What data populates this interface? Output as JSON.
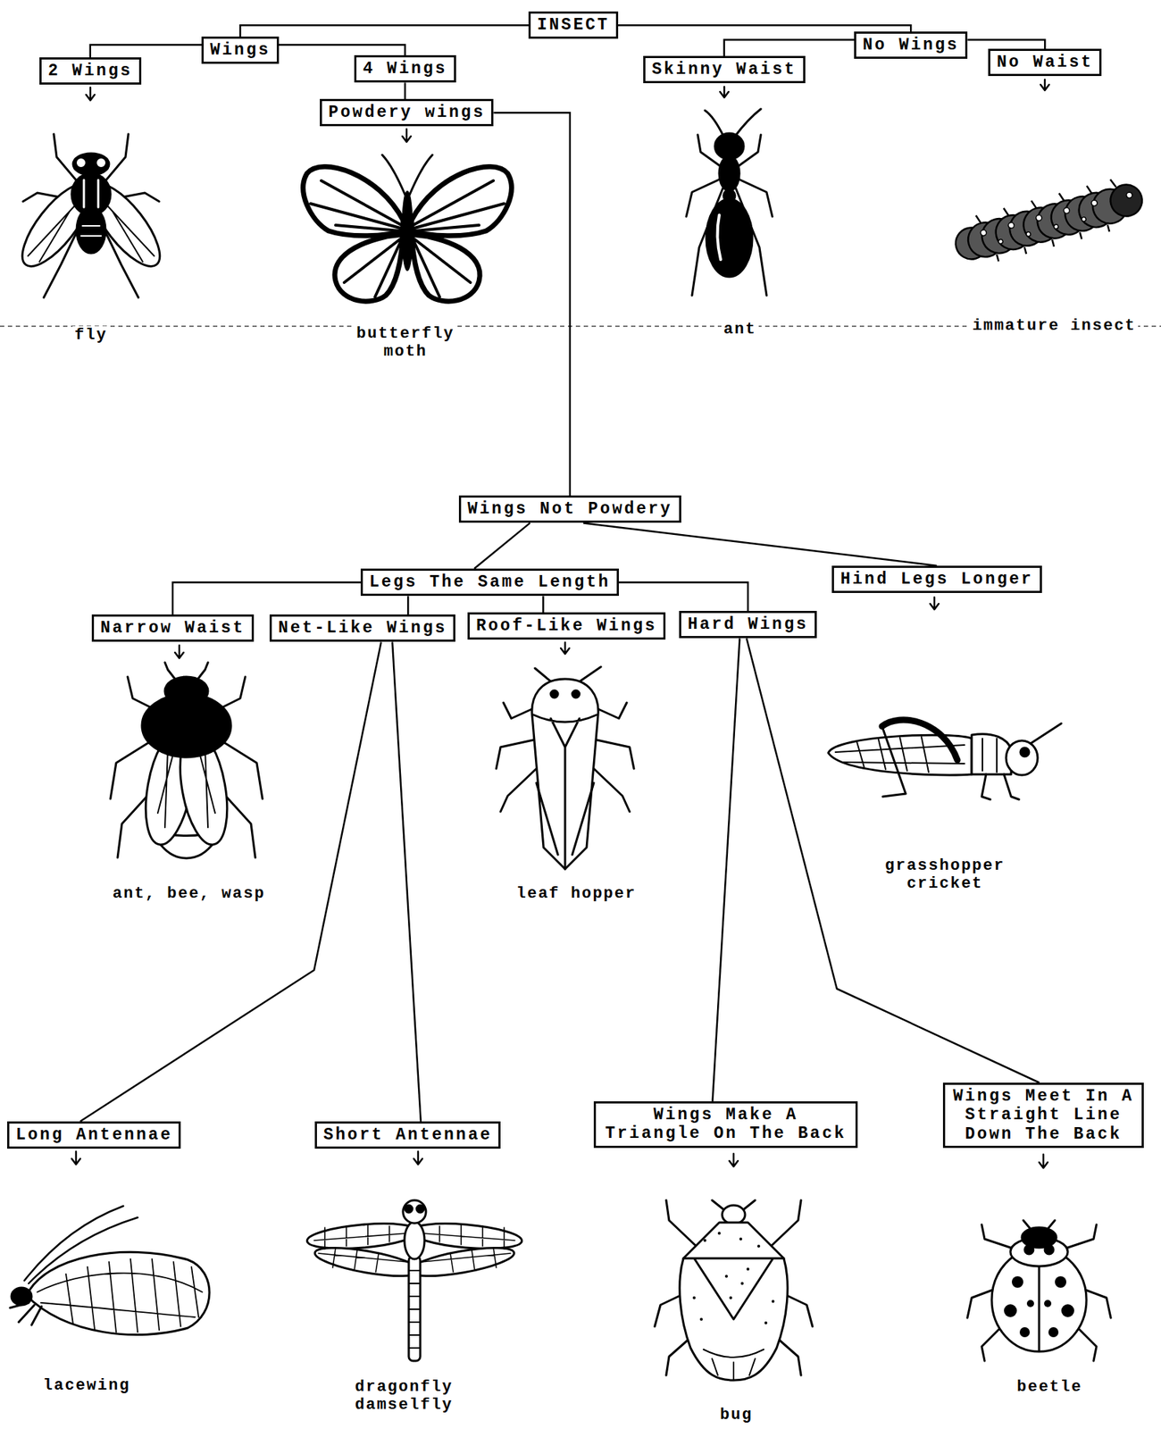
{
  "diagram": {
    "nodes": [
      {
        "text": [
          "INSECT"
        ]
      },
      {
        "text": [
          "Wings"
        ]
      },
      {
        "text": [
          "No Wings"
        ]
      },
      {
        "text": [
          "2 Wings"
        ]
      },
      {
        "text": [
          "4 Wings"
        ]
      },
      {
        "text": [
          "Skinny Waist"
        ]
      },
      {
        "text": [
          "No Waist"
        ]
      },
      {
        "text": [
          "Powdery wings"
        ]
      },
      {
        "text": [
          "Wings Not Powdery"
        ]
      },
      {
        "text": [
          "Legs The Same Length"
        ]
      },
      {
        "text": [
          "Hind Legs Longer"
        ]
      },
      {
        "text": [
          "Narrow Waist"
        ]
      },
      {
        "text": [
          "Net-Like Wings"
        ]
      },
      {
        "text": [
          "Roof-Like Wings"
        ]
      },
      {
        "text": [
          "Hard Wings"
        ]
      },
      {
        "text": [
          "Long Antennae"
        ]
      },
      {
        "text": [
          "Short Antennae"
        ]
      },
      {
        "text": [
          "Wings Make A Triangle On The Back"
        ]
      },
      {
        "text": [
          "Wings Meet In A Straight Line Down The Back"
        ]
      }
    ],
    "edges": [
      {
        "from": 0,
        "to": 1,
        "arrow": "none"
      },
      {
        "from": 0,
        "to": 2,
        "arrow": "none"
      },
      {
        "from": 1,
        "to": 3,
        "arrow": "none"
      },
      {
        "from": 1,
        "to": 4,
        "arrow": "none"
      },
      {
        "from": 2,
        "to": 5,
        "arrow": "none"
      },
      {
        "from": 2,
        "to": 6,
        "arrow": "none"
      },
      {
        "from": 4,
        "to": 7,
        "arrow": "none"
      },
      {
        "from": 7,
        "to": 8,
        "arrow": "none"
      },
      {
        "from": 8,
        "to": 9,
        "arrow": "none"
      },
      {
        "from": 8,
        "to": 10,
        "arrow": "none"
      },
      {
        "from": 9,
        "to": 11,
        "arrow": "none"
      },
      {
        "from": 9,
        "to": 12,
        "arrow": "none"
      },
      {
        "from": 9,
        "to": 13,
        "arrow": "none"
      },
      {
        "from": 9,
        "to": 14,
        "arrow": "none"
      },
      {
        "from": 12,
        "to": 15,
        "arrow": "none"
      },
      {
        "from": 12,
        "to": 16,
        "arrow": "none"
      },
      {
        "from": 14,
        "to": 17,
        "arrow": "none"
      },
      {
        "from": 14,
        "to": 18,
        "arrow": "none"
      }
    ],
    "labels": [
      "fly",
      "butterfly moth",
      "ant",
      "immature insect",
      "ant, bee, wasp",
      "leaf hopper",
      "grasshopper cricket",
      "lacewing",
      "dragonfly damselfly",
      "bug",
      "beetle"
    ]
  }
}
